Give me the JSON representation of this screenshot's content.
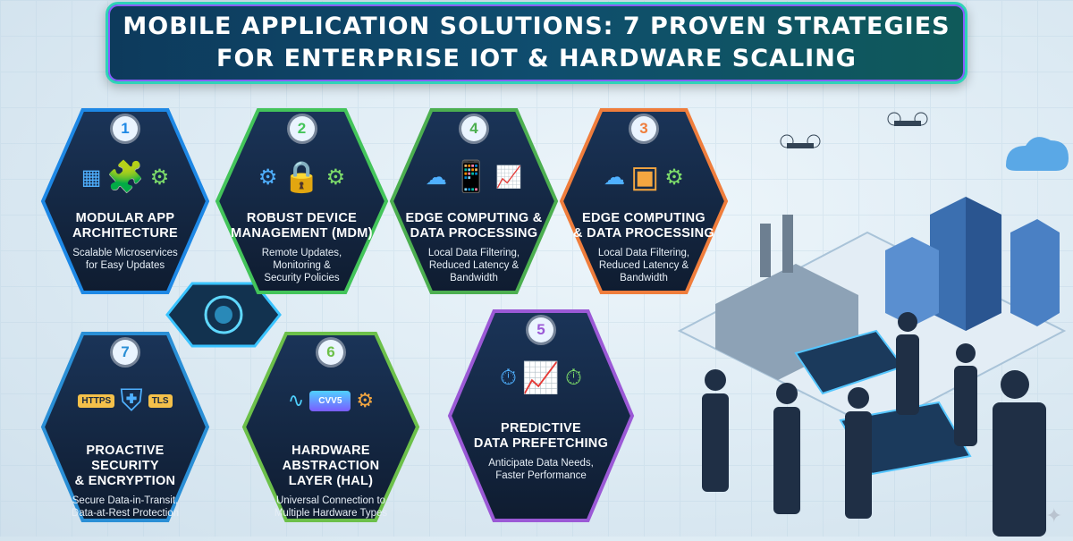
{
  "title": {
    "line1": "MOBILE APPLICATION SOLUTIONS: 7 PROVEN STRATEGIES",
    "line2": "FOR ENTERPRISE IOT & HARDWARE SCALING"
  },
  "cards": [
    {
      "number": "1",
      "title_lines": [
        "MODULAR APP",
        "ARCHITECTURE"
      ],
      "desc_lines": [
        "Scalable Microservices",
        "for Easy Updates"
      ],
      "accent": "#1e88e5"
    },
    {
      "number": "2",
      "title_lines": [
        "ROBUST DEVICE",
        "MANAGEMENT (MDM)"
      ],
      "desc_lines": [
        "Remote Updates,",
        "Monitoring &",
        "Security Policies"
      ],
      "accent": "#43c45a"
    },
    {
      "number": "4",
      "title_lines": [
        "EDGE COMPUTING &",
        "DATA PROCESSING"
      ],
      "desc_lines": [
        "Local Data Filtering,",
        "Reduced Latency &",
        "Bandwidth"
      ],
      "accent": "#4caf50"
    },
    {
      "number": "3",
      "title_lines": [
        "EDGE COMPUTING",
        "& DATA PROCESSING"
      ],
      "desc_lines": [
        "Local Data Filtering,",
        "Reduced Latency &",
        "Bandwidth"
      ],
      "accent": "#ef7d3c"
    },
    {
      "number": "7",
      "title_lines": [
        "PROACTIVE",
        "SECURITY",
        "& ENCRYPTION"
      ],
      "desc_lines": [
        "Secure Data-in-Transit,",
        "Data-at-Rest Protection"
      ],
      "accent": "#2a8fd6"
    },
    {
      "number": "6",
      "title_lines": [
        "HARDWARE",
        "ABSTRACTION",
        "LAYER (HAL)"
      ],
      "desc_lines": [
        "Universal Connection to",
        "Multiple Hardware Types"
      ],
      "accent": "#6cc04a"
    },
    {
      "number": "5",
      "title_lines": [
        "PREDICTIVE",
        "DATA PREFETCHING"
      ],
      "desc_lines": [
        "Anticipate Data Needs,",
        "Faster Performance"
      ],
      "accent": "#9b59d6"
    }
  ],
  "security_labels": {
    "left": "HTTPS",
    "right": "TLS"
  },
  "hal_chip_label": "CVV5",
  "colors": {
    "card_bg": "#14253f",
    "title_bar": "#0f4d6e",
    "border_accent": "#2fd3b8"
  }
}
